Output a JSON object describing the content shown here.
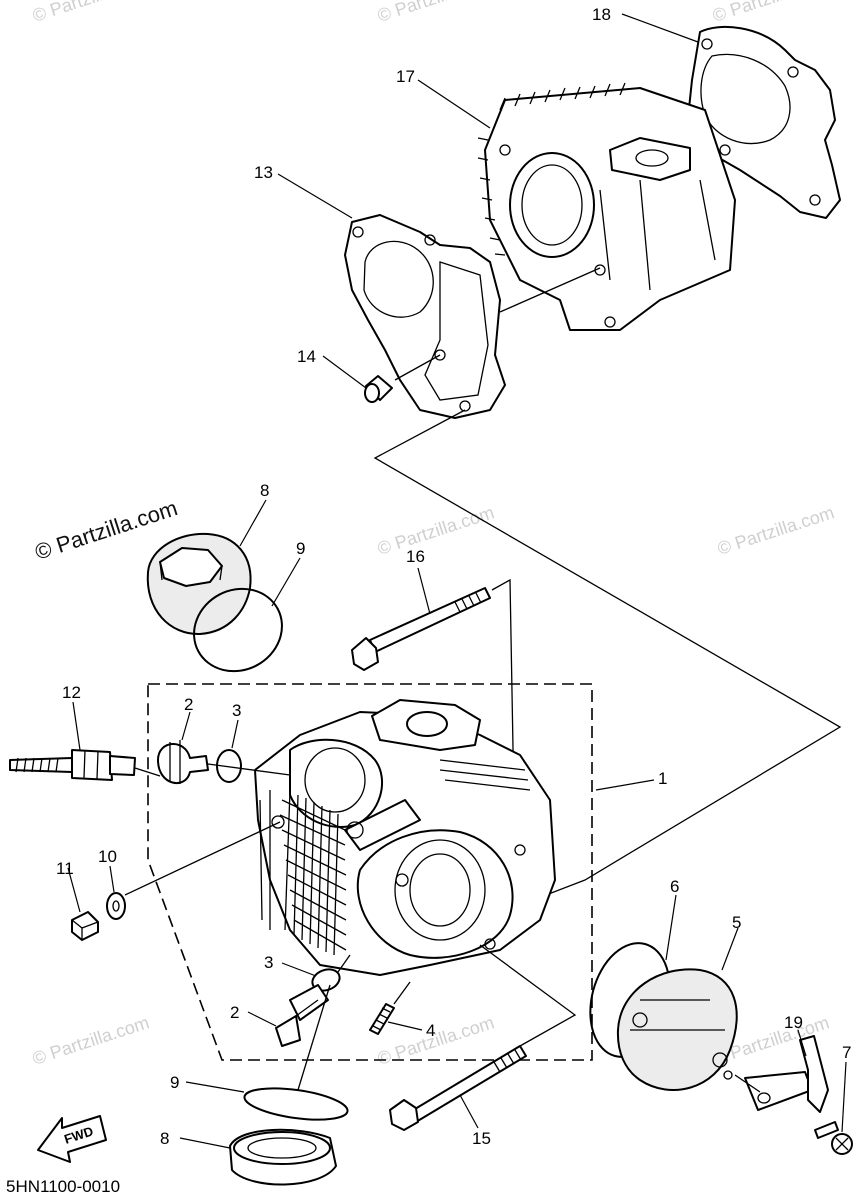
{
  "watermark_main": "© Partzilla.com",
  "watermark_faint": "© Partzilla.com",
  "diagram_code": "5HN1100-0010",
  "fwd_label": "FWD",
  "callouts": {
    "c1": "1",
    "c2a": "2",
    "c2b": "2",
    "c3a": "3",
    "c3b": "3",
    "c4": "4",
    "c5": "5",
    "c6": "6",
    "c7": "7",
    "c8a": "8",
    "c8b": "8",
    "c9a": "9",
    "c9b": "9",
    "c10": "10",
    "c11": "11",
    "c12": "12",
    "c13": "13",
    "c14": "14",
    "c15": "15",
    "c16": "16",
    "c17": "17",
    "c18": "18",
    "c19": "19"
  }
}
